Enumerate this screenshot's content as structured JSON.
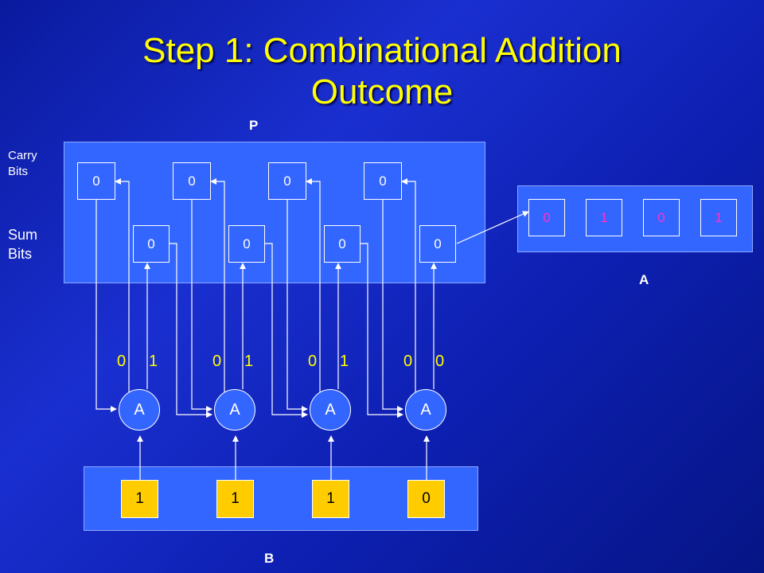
{
  "slide": {
    "title_line1": "Step 1: Combinational Addition",
    "title_line2": "Outcome"
  },
  "labels": {
    "p": "P",
    "a": "A",
    "b": "B",
    "carry_line1": "Carry",
    "carry_line2": "Bits",
    "sum_line1": "Sum",
    "sum_line2": "Bits"
  },
  "register_p": {
    "carry_bits": [
      "0",
      "0",
      "0",
      "0"
    ],
    "sum_bits": [
      "0",
      "0",
      "0",
      "0"
    ]
  },
  "register_a": {
    "bits": [
      "0",
      "1",
      "0",
      "1"
    ]
  },
  "register_b": {
    "bits": [
      "1",
      "1",
      "1",
      "0"
    ]
  },
  "adders": {
    "labels": [
      "A",
      "A",
      "A",
      "A"
    ]
  },
  "adder_inputs": [
    [
      "0",
      "1"
    ],
    [
      "0",
      "1"
    ],
    [
      "0",
      "1"
    ],
    [
      "0",
      "0"
    ]
  ],
  "colors": {
    "title": "#ffff00",
    "panel": "#3366ff",
    "register_a_text": "#ff33cc",
    "register_b_fill": "#ffcc00",
    "input_bits": "#ffff00"
  }
}
